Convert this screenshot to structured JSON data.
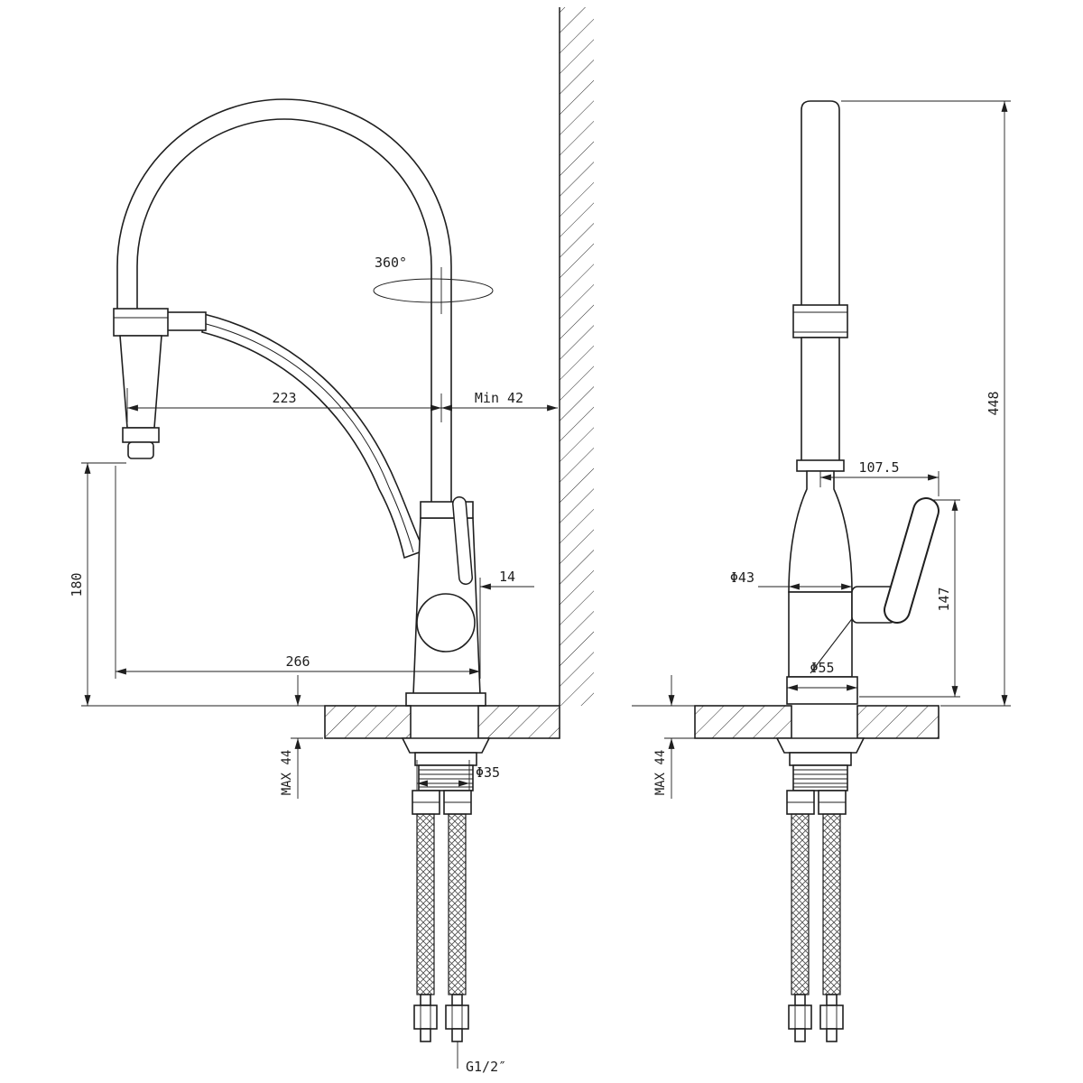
{
  "title": "Kitchen faucet installation technical drawing, two orthographic views",
  "dimensions": {
    "rotation": "360°",
    "spout_reach": "223",
    "min_wall": "Min 42",
    "spout_height": "180",
    "body_offset": "14",
    "overall_reach": "266",
    "deck_max_side": "MAX 44",
    "hole_dia": "Φ35",
    "thread": "G1/2″",
    "overall_height": "448",
    "handle_reach": "107.5",
    "body_dia": "Φ43",
    "handle_height": "147",
    "base_dia": "Φ55",
    "deck_max_front": "MAX 44"
  },
  "colors": {
    "line": "#1f1f1f",
    "background": "#ffffff"
  }
}
